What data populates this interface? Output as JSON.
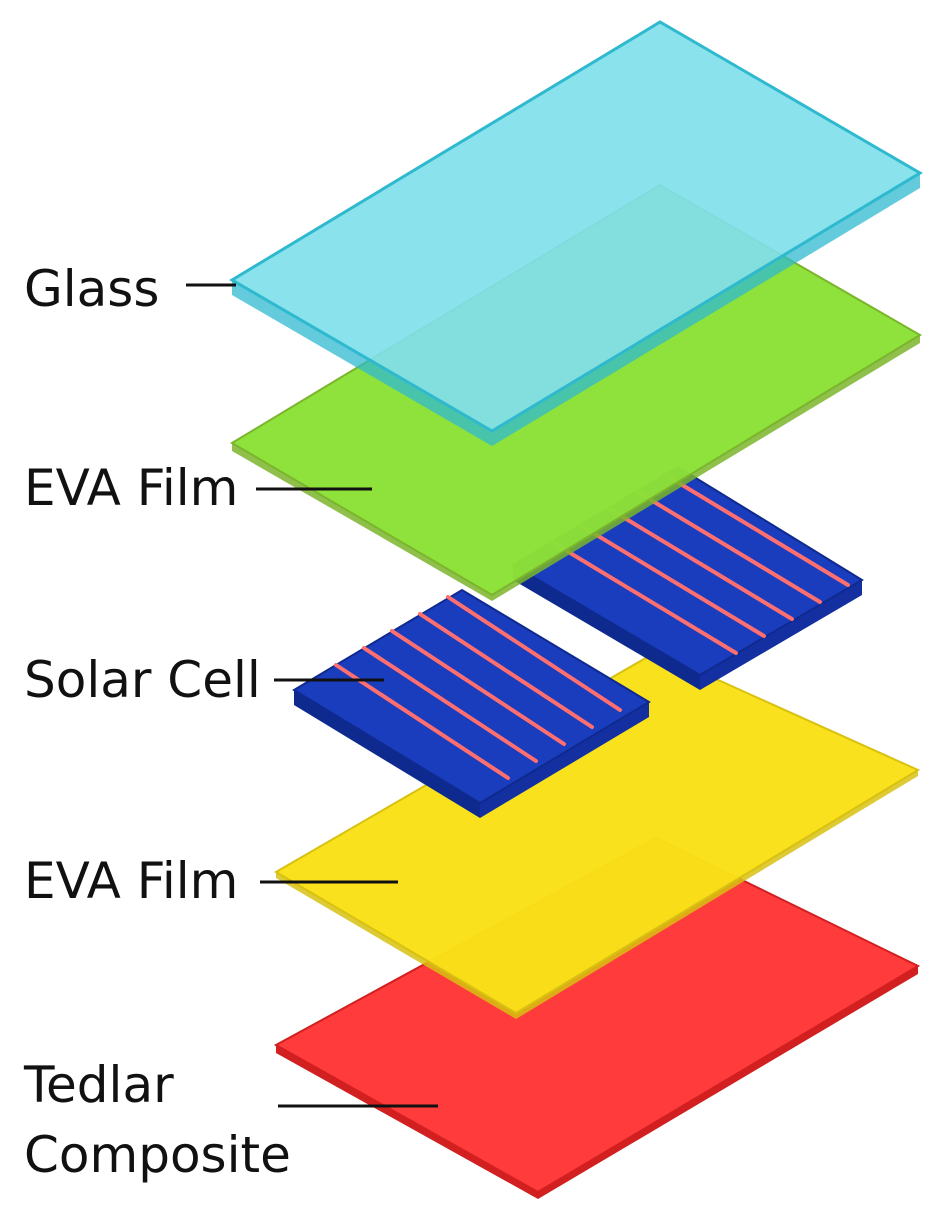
{
  "layers": [
    {
      "id": "glass",
      "label": "Glass",
      "color": "#9bebf4",
      "edge_color": "#2fb9cf"
    },
    {
      "id": "eva-film-top",
      "label": "EVA Film",
      "color": "#8fe63a",
      "edge_color": "#7ab52c"
    },
    {
      "id": "solar-cell",
      "label": "Solar Cell",
      "color": "#1a3dbd",
      "edge_color": "#0f2a8f",
      "finger_color": "#ff6f6f"
    },
    {
      "id": "eva-film-bottom",
      "label": "EVA Film",
      "color": "#ffe51a",
      "edge_color": "#d8c110"
    },
    {
      "id": "tedlar-composite",
      "label_lines": [
        "Tedlar",
        "Composite"
      ],
      "color": "#ff3b3b",
      "edge_color": "#d21f1f"
    }
  ]
}
